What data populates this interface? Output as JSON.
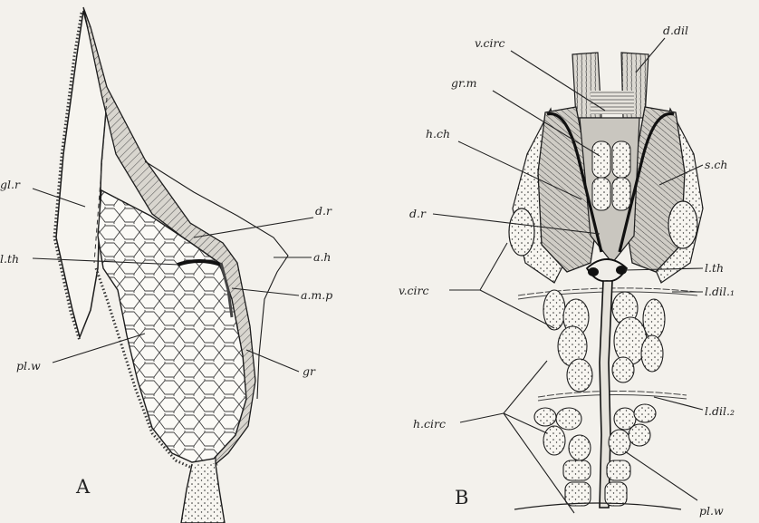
{
  "panels": {
    "a": "A",
    "b": "B"
  },
  "labels_a": {
    "gl_r": "gl.r",
    "d_r": "d.r",
    "l_th": "l.th",
    "a_h": "a.h",
    "a_m_p": "a.m.p",
    "pl_w": "pl.w",
    "gr": "gr"
  },
  "labels_b": {
    "v_circ_top": "v.circ",
    "d_dil": "d.dil",
    "gr_m": "gr.m",
    "h_ch": "h.ch",
    "s_ch": "s.ch",
    "d_r": "d.r",
    "l_th": "l.th",
    "v_circ": "v.circ",
    "l_dil_1": "l.dil.₁",
    "l_dil_2": "l.dil.₂",
    "h_circ": "h.circ",
    "pl_w": "pl.w"
  }
}
